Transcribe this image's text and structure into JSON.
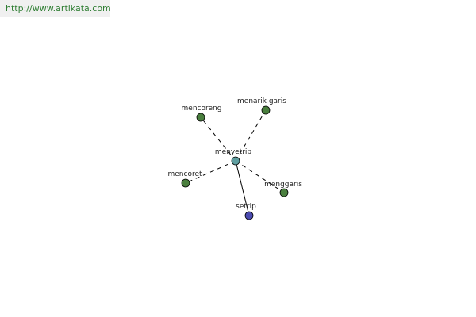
{
  "header": {
    "url": "http://www.artikata.com"
  },
  "graph": {
    "center": {
      "id": "menyetrip",
      "label": "menyetrip",
      "color": "#5f9ea0"
    },
    "nodes": [
      {
        "id": "mencoreng",
        "label": "mencoreng",
        "color": "#4a7f3e",
        "edge": "dashed"
      },
      {
        "id": "menarik-garis",
        "label": "menarik garis",
        "color": "#4a7f3e",
        "edge": "dashed"
      },
      {
        "id": "mencoret",
        "label": "mencoret",
        "color": "#4a7f3e",
        "edge": "dashed"
      },
      {
        "id": "menggaris",
        "label": "menggaris",
        "color": "#4a7f3e",
        "edge": "dashed"
      },
      {
        "id": "setrip",
        "label": "setrip",
        "color": "#4b4bb0",
        "edge": "solid"
      }
    ]
  }
}
